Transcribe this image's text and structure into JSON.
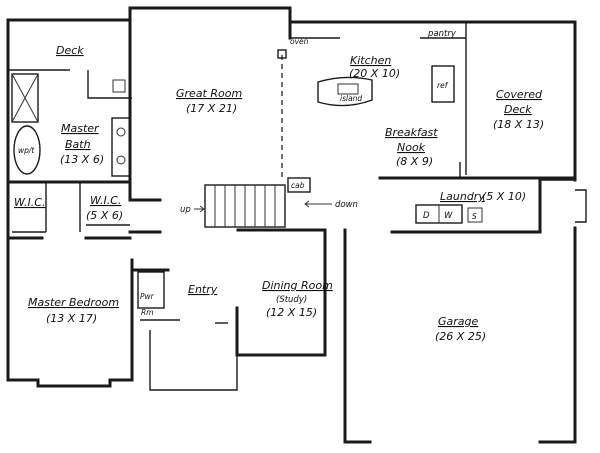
{
  "rooms": {
    "deck": {
      "name": "Deck"
    },
    "master_bath": {
      "name1": "Master",
      "name2": "Bath",
      "size": "(13 X 6)"
    },
    "wic_left": {
      "name": "W.I.C."
    },
    "wic_right": {
      "name": "W.I.C.",
      "size": "(5 X 6)"
    },
    "master_bedroom": {
      "name": "Master Bedroom",
      "size": "(13 X 17)"
    },
    "great_room": {
      "name": "Great Room",
      "size": "(17 X 21)"
    },
    "kitchen": {
      "name": "Kitchen",
      "size": "(20 X 10)"
    },
    "breakfast_nook": {
      "name1": "Breakfast",
      "name2": "Nook",
      "size": "(8 X 9)"
    },
    "covered_deck": {
      "name1": "Covered",
      "name2": "Deck",
      "size": "(18 X 13)"
    },
    "laundry": {
      "name": "Laundry",
      "size": "(5 X 10)"
    },
    "entry": {
      "name": "Entry"
    },
    "dining_room": {
      "name": "Dining Room",
      "note": "(Study)",
      "size": "(12 X 15)"
    },
    "garage": {
      "name": "Garage",
      "size": "(26 X 25)"
    }
  },
  "fixtures": {
    "oven": "oven",
    "pantry": "pantry",
    "ref": "ref",
    "island": "island",
    "whirlpool": "wp/t",
    "cab": "cab",
    "washer": "W",
    "dryer": "D",
    "sink": "S",
    "powder1": "Pwr",
    "powder2": "Rm"
  },
  "stairs": {
    "up": "up",
    "down": "down"
  },
  "colors": {
    "ink": "#1a1a1a",
    "paper": "#ffffff"
  }
}
